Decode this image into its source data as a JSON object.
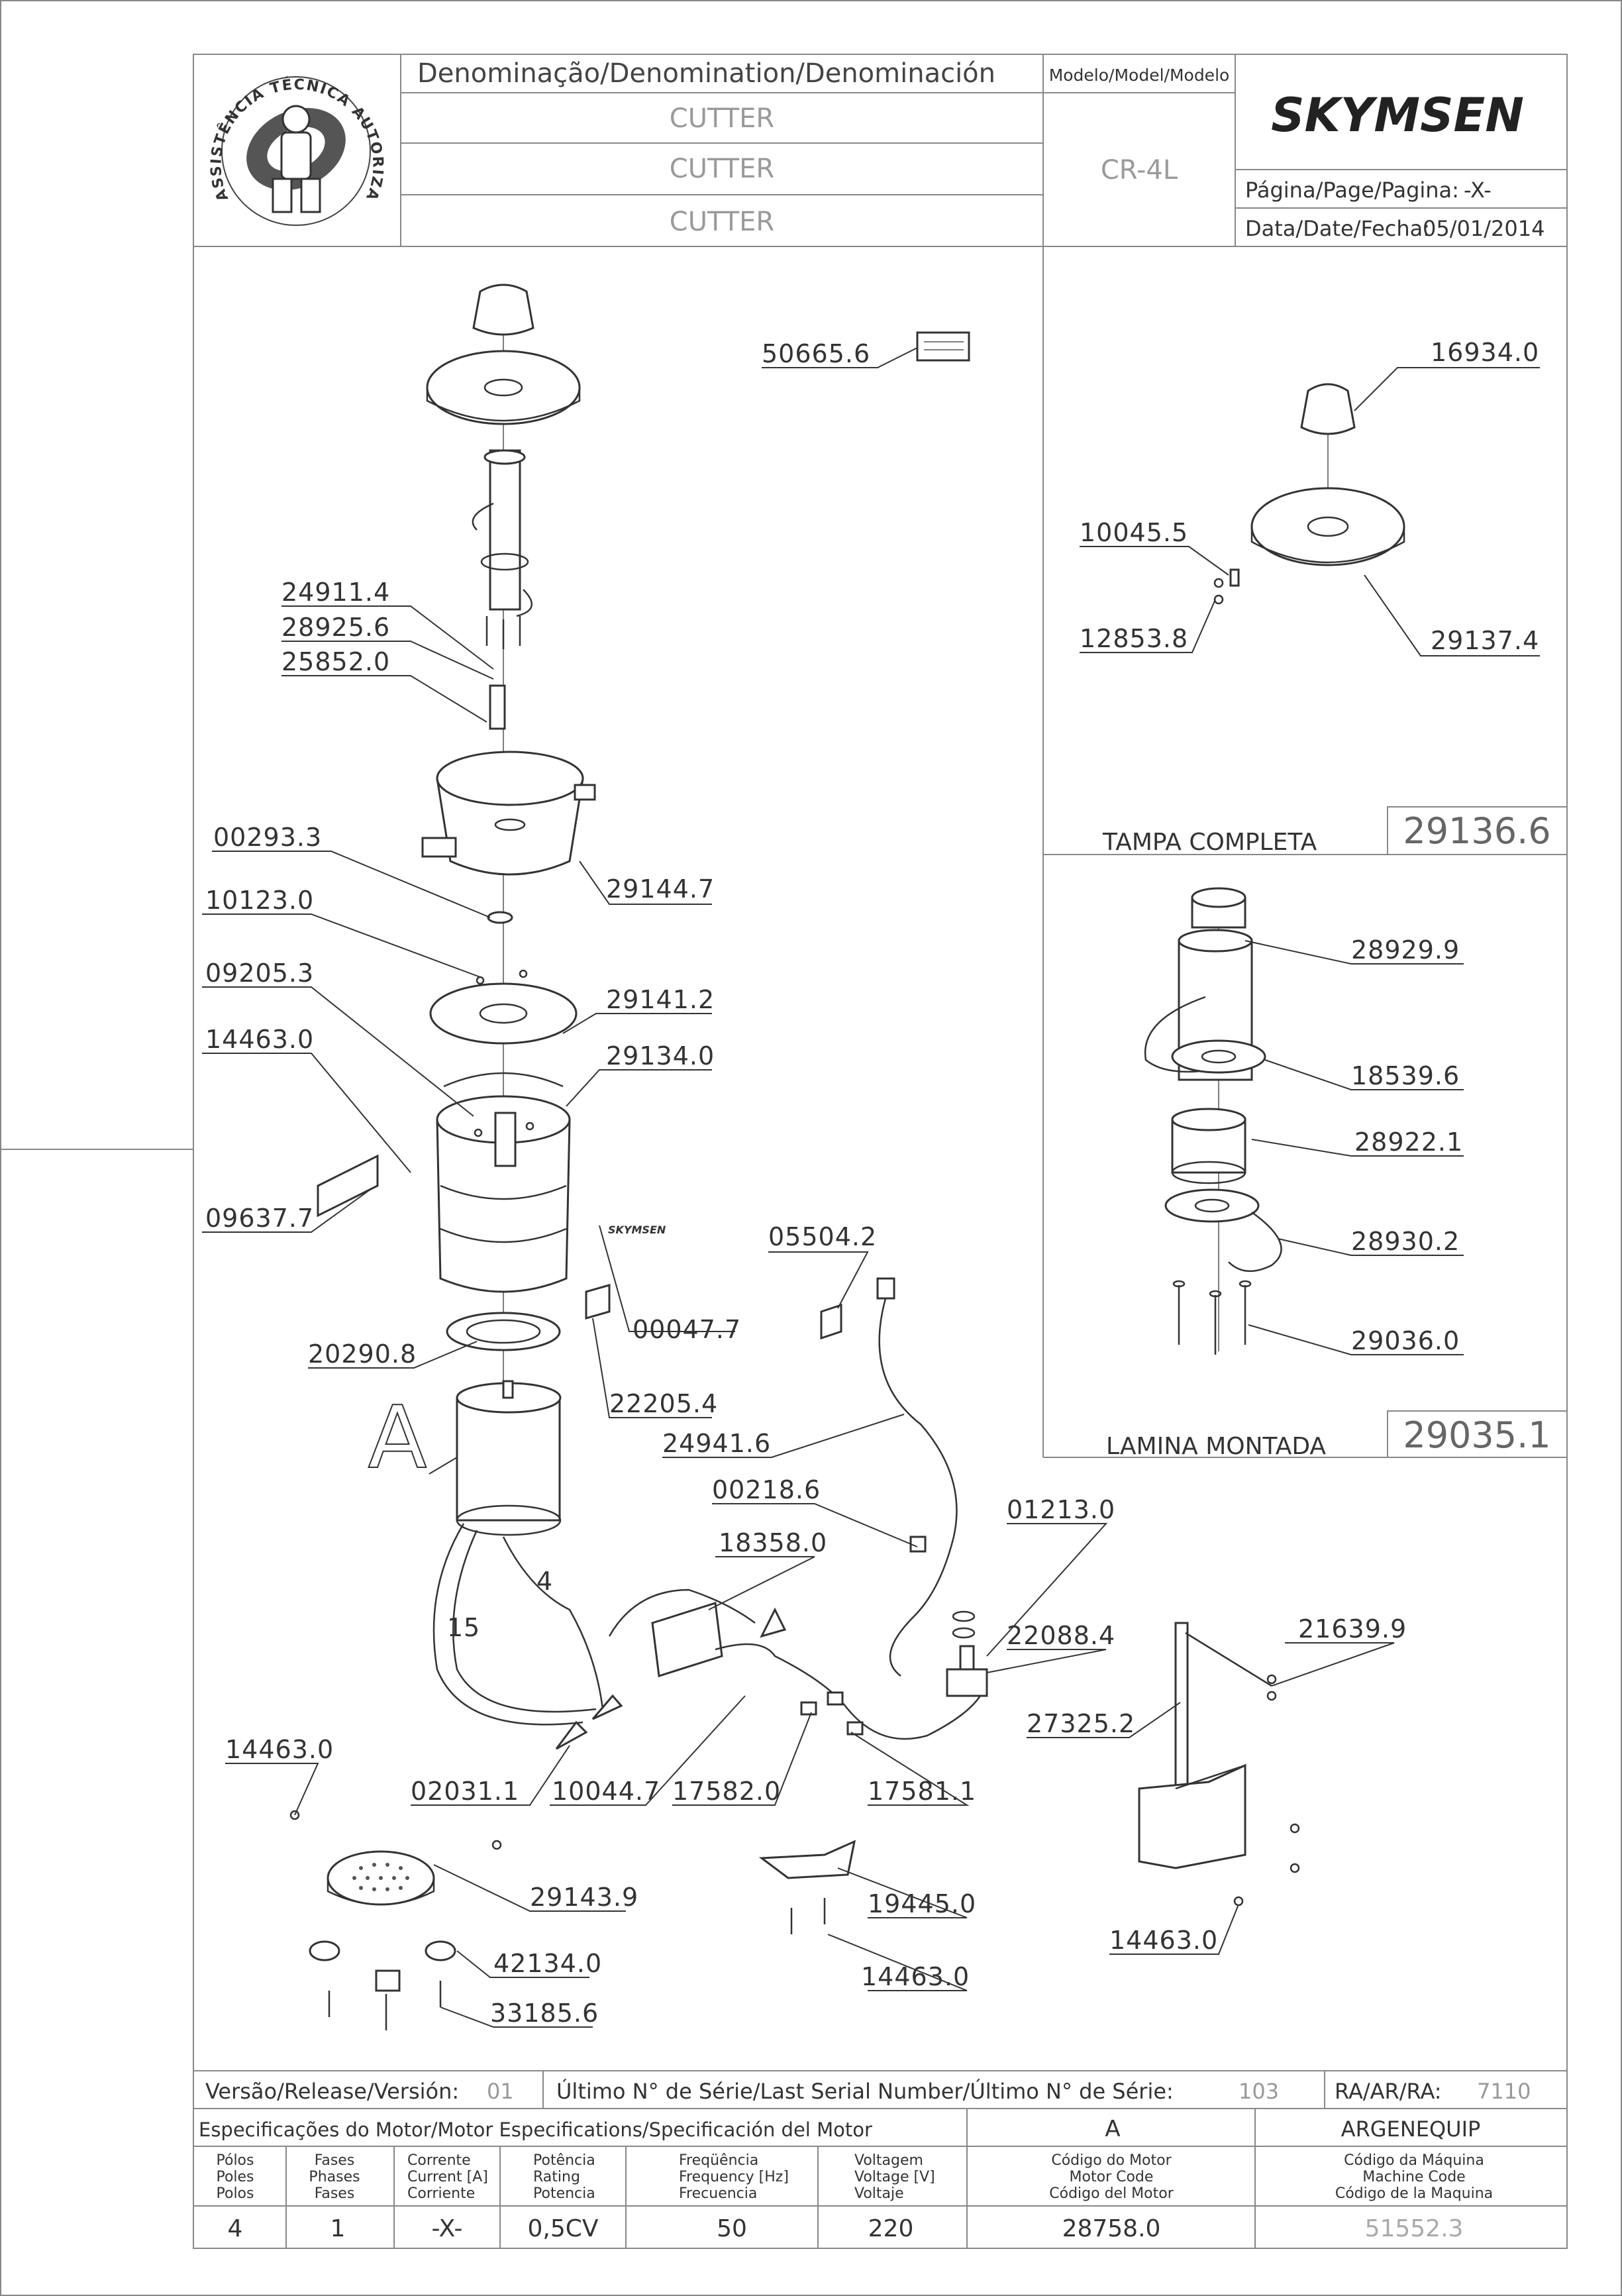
{
  "header": {
    "denomination_label": "Denominação/Denomination/Denominación",
    "denomination_values": [
      "CUTTER",
      "CUTTER",
      "CUTTER"
    ],
    "model_label": "Modelo/Model/Modelo",
    "model_value": "CR-4L",
    "brand": "SKYMSEN",
    "page_label": "Página/Page/Pagina:",
    "page_value": "-X-",
    "date_label": "Data/Date/Fecha:",
    "date_value": "05/01/2014",
    "logo_text": "ASSISTÊNCIA TÉCNICA AUTORIZADA"
  },
  "main_parts": {
    "p50665_6": "50665.6",
    "p24911_4": "24911.4",
    "p28925_6": "28925.6",
    "p25852_0": "25852.0",
    "p00293_3": "00293.3",
    "p29144_7": "29144.7",
    "p10123_0": "10123.0",
    "p09205_3": "09205.3",
    "p29141_2": "29141.2",
    "p14463_0a": "14463.0",
    "p29134_0": "29134.0",
    "p09637_7": "09637.7",
    "p00047_7": "00047.7",
    "p05504_2": "05504.2",
    "p20290_8": "20290.8",
    "p22205_4": "22205.4",
    "p24941_6": "24941.6",
    "motor_letter": "A",
    "p00218_6": "00218.6",
    "p01213_0": "01213.0",
    "p18358_0": "18358.0",
    "p22088_4": "22088.4",
    "p21639_9": "21639.9",
    "p27325_2": "27325.2",
    "wire_1": "1",
    "wire_5": "5",
    "wire_4": "4",
    "p14463_0b": "14463.0",
    "p02031_1": "02031.1",
    "p10044_7": "10044.7",
    "p17582_0": "17582.0",
    "p17581_1": "17581.1",
    "p29143_9": "29143.9",
    "p19445_0": "19445.0",
    "p14463_0c": "14463.0",
    "p42134_0": "42134.0",
    "p14463_0d": "14463.0",
    "p33185_6": "33185.6"
  },
  "lid_panel": {
    "p16934_0": "16934.0",
    "p10045_5": "10045.5",
    "p12853_8": "12853.8",
    "p29137_4": "29137.4",
    "title": "TAMPA COMPLETA",
    "code": "29136.6"
  },
  "blade_panel": {
    "p28929_9": "28929.9",
    "p18539_6": "18539.6",
    "p28922_1": "28922.1",
    "p28930_2": "28930.2",
    "p29036_0": "29036.0",
    "title": "LAMINA MONTADA",
    "code": "29035.1"
  },
  "footer": {
    "version_label": "Versão/Release/Versión:",
    "version_value": "01",
    "serial_label": "Último N° de Série/Last Serial Number/Último N° de Série:",
    "serial_value": "103",
    "ra_label": "RA/AR/RA:",
    "ra_value": "7110",
    "motor_spec_label": "Especificações do Motor/Motor Especifications/Specificación del Motor",
    "motor_letter": "A",
    "manufacturer": "ARGENEQUIP",
    "columns": [
      {
        "l1": "Pólos",
        "l2": "Poles",
        "l3": "Polos",
        "value": "4"
      },
      {
        "l1": "Fases",
        "l2": "Phases",
        "l3": "Fases",
        "value": "1"
      },
      {
        "l1": "Corrente",
        "l2": "Current [A]",
        "l3": "Corriente",
        "value": "-X-"
      },
      {
        "l1": "Potência",
        "l2": "Rating",
        "l3": "Potencia",
        "value": "0,5CV"
      },
      {
        "l1": "Freqüência",
        "l2": "Frequency [Hz]",
        "l3": "Frecuencia",
        "value": "50"
      },
      {
        "l1": "Voltagem",
        "l2": "Voltage [V]",
        "l3": "Voltaje",
        "value": "220"
      },
      {
        "l1": "Código do Motor",
        "l2": "Motor Code",
        "l3": "Código del Motor",
        "value": "28758.0"
      },
      {
        "l1": "Código da Máquina",
        "l2": "Machine Code",
        "l3": "Código de la Maquina",
        "value": "51552.3"
      }
    ]
  }
}
